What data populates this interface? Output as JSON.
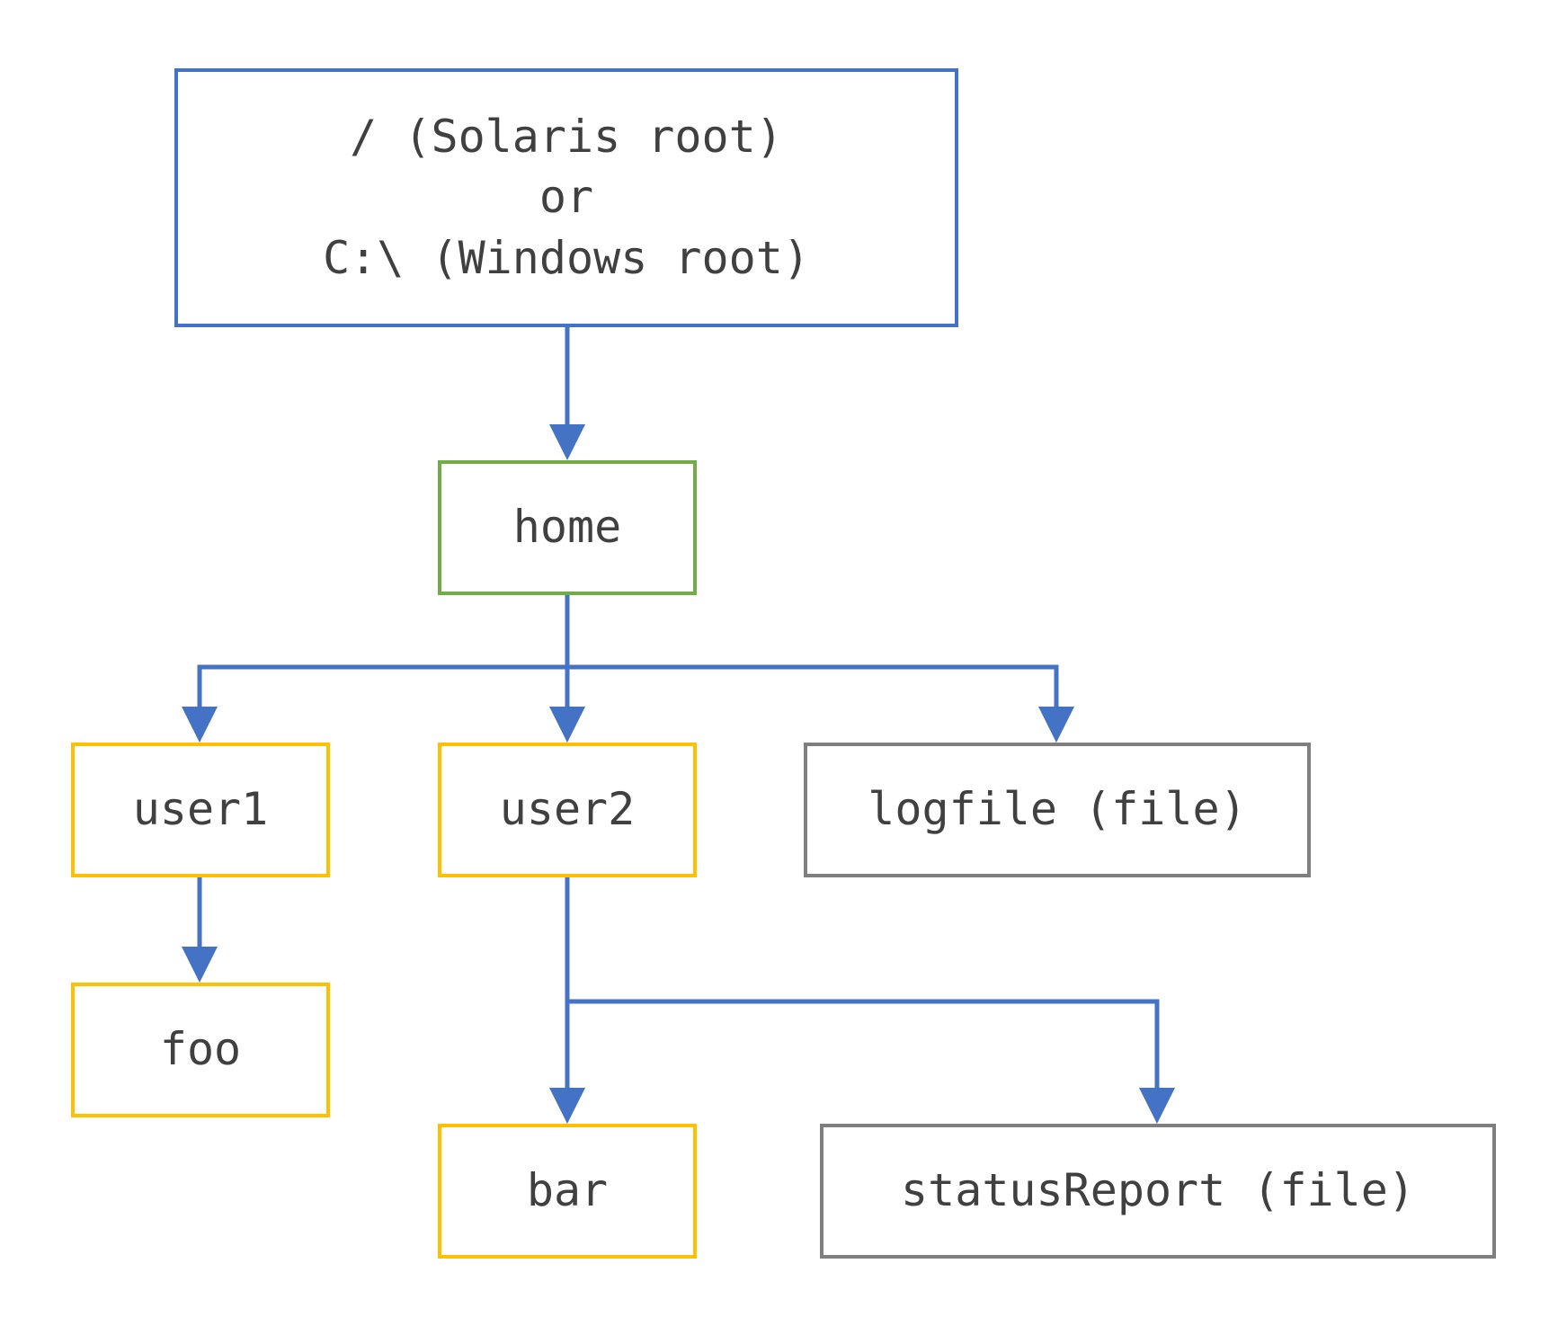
{
  "colors": {
    "connector": "#4472c4",
    "root_border": "#4472c4",
    "home_border": "#70ad47",
    "directory_border": "#ffc000",
    "file_border": "#7f7f7f",
    "text": "#404040",
    "background": "#ffffff"
  },
  "tree": {
    "root": {
      "lines": [
        "/ (Solaris root)",
        "or",
        "C:\\ (Windows root)"
      ]
    },
    "home": {
      "label": "home"
    },
    "user1": {
      "label": "user1"
    },
    "user2": {
      "label": "user2"
    },
    "logfile": {
      "label": "logfile (file)"
    },
    "foo": {
      "label": "foo"
    },
    "bar": {
      "label": "bar"
    },
    "statusReport": {
      "label": "statusReport (file)"
    }
  }
}
